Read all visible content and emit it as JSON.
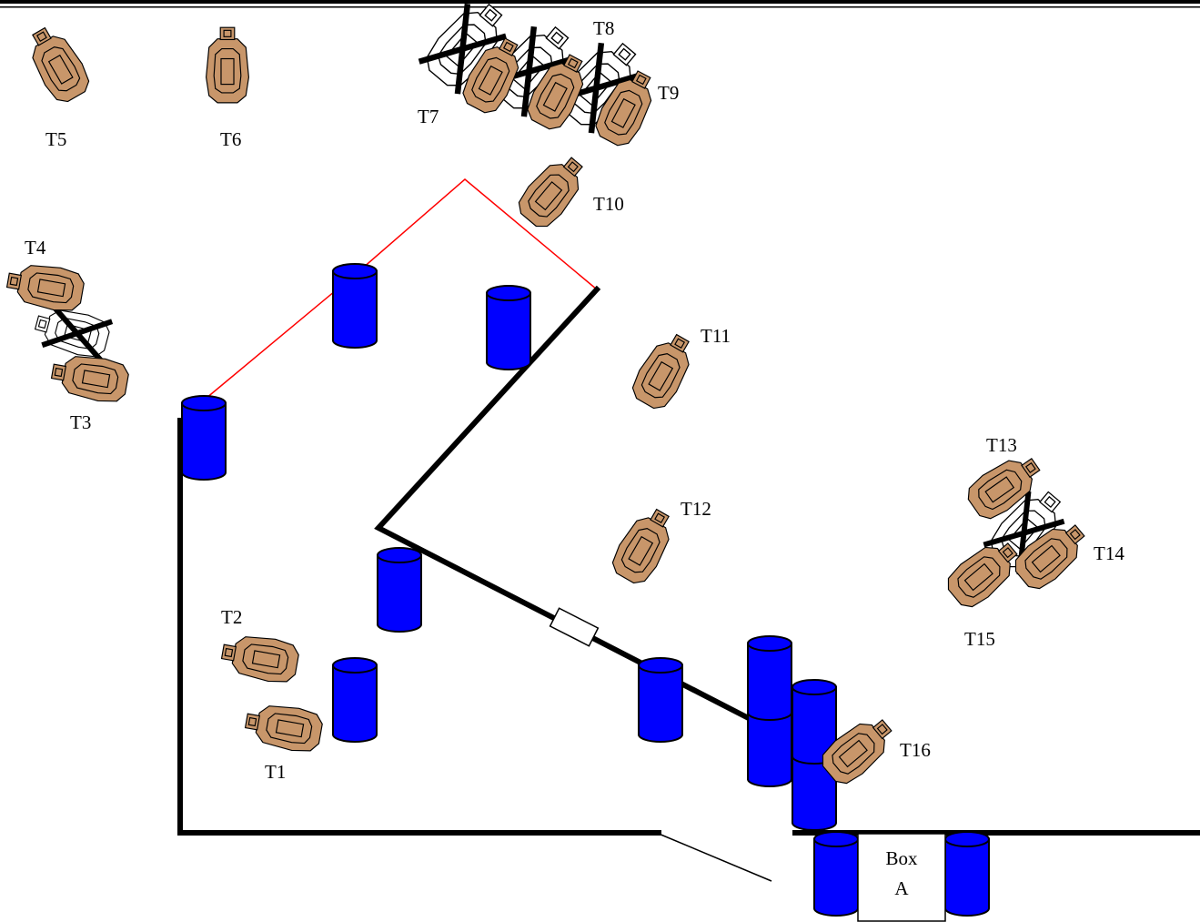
{
  "colors": {
    "barrel_fill": "#0000ff",
    "barrel_top": "#3b3bff",
    "target_fill": "#c8966a",
    "noshoot_fill": "#ffffff",
    "wall": "#000000",
    "fault_line": "#ff0000"
  },
  "targets": {
    "t1": "T1",
    "t2": "T2",
    "t3": "T3",
    "t4": "T4",
    "t5": "T5",
    "t6": "T6",
    "t7": "T7",
    "t8": "T8",
    "t9": "T9",
    "t10": "T10",
    "t11": "T11",
    "t12": "T12",
    "t13": "T13",
    "t14": "T14",
    "t15": "T15",
    "t16": "T16"
  },
  "box": {
    "line1": "Box",
    "line2": "A"
  }
}
